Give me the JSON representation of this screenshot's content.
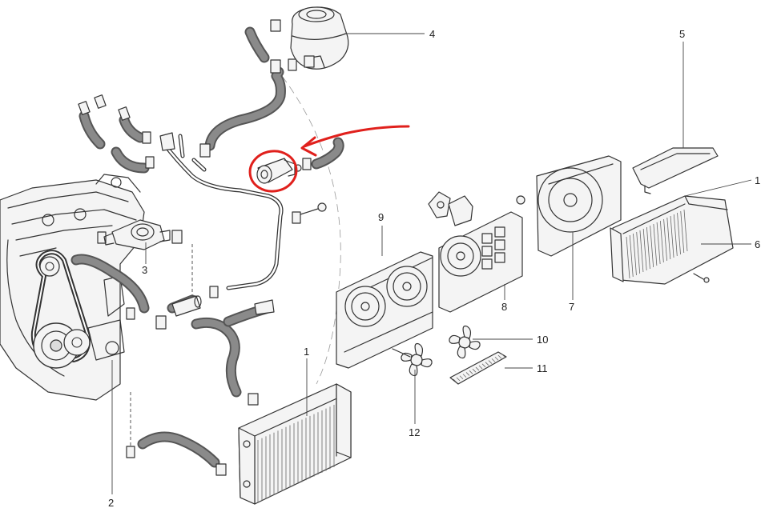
{
  "callouts": [
    {
      "id": "c1a",
      "label": "1"
    },
    {
      "id": "c1b",
      "label": "1"
    },
    {
      "id": "c2",
      "label": "2"
    },
    {
      "id": "c3",
      "label": "3"
    },
    {
      "id": "c4",
      "label": "4"
    },
    {
      "id": "c5",
      "label": "5"
    },
    {
      "id": "c6",
      "label": "6"
    },
    {
      "id": "c7",
      "label": "7"
    },
    {
      "id": "c8",
      "label": "8"
    },
    {
      "id": "c9",
      "label": "9"
    },
    {
      "id": "c10",
      "label": "10"
    },
    {
      "id": "c11",
      "label": "11"
    },
    {
      "id": "c12",
      "label": "12"
    }
  ],
  "colors": {
    "annotation": "#e0201c",
    "line": "#333333",
    "hose": "#8a8a8a"
  }
}
